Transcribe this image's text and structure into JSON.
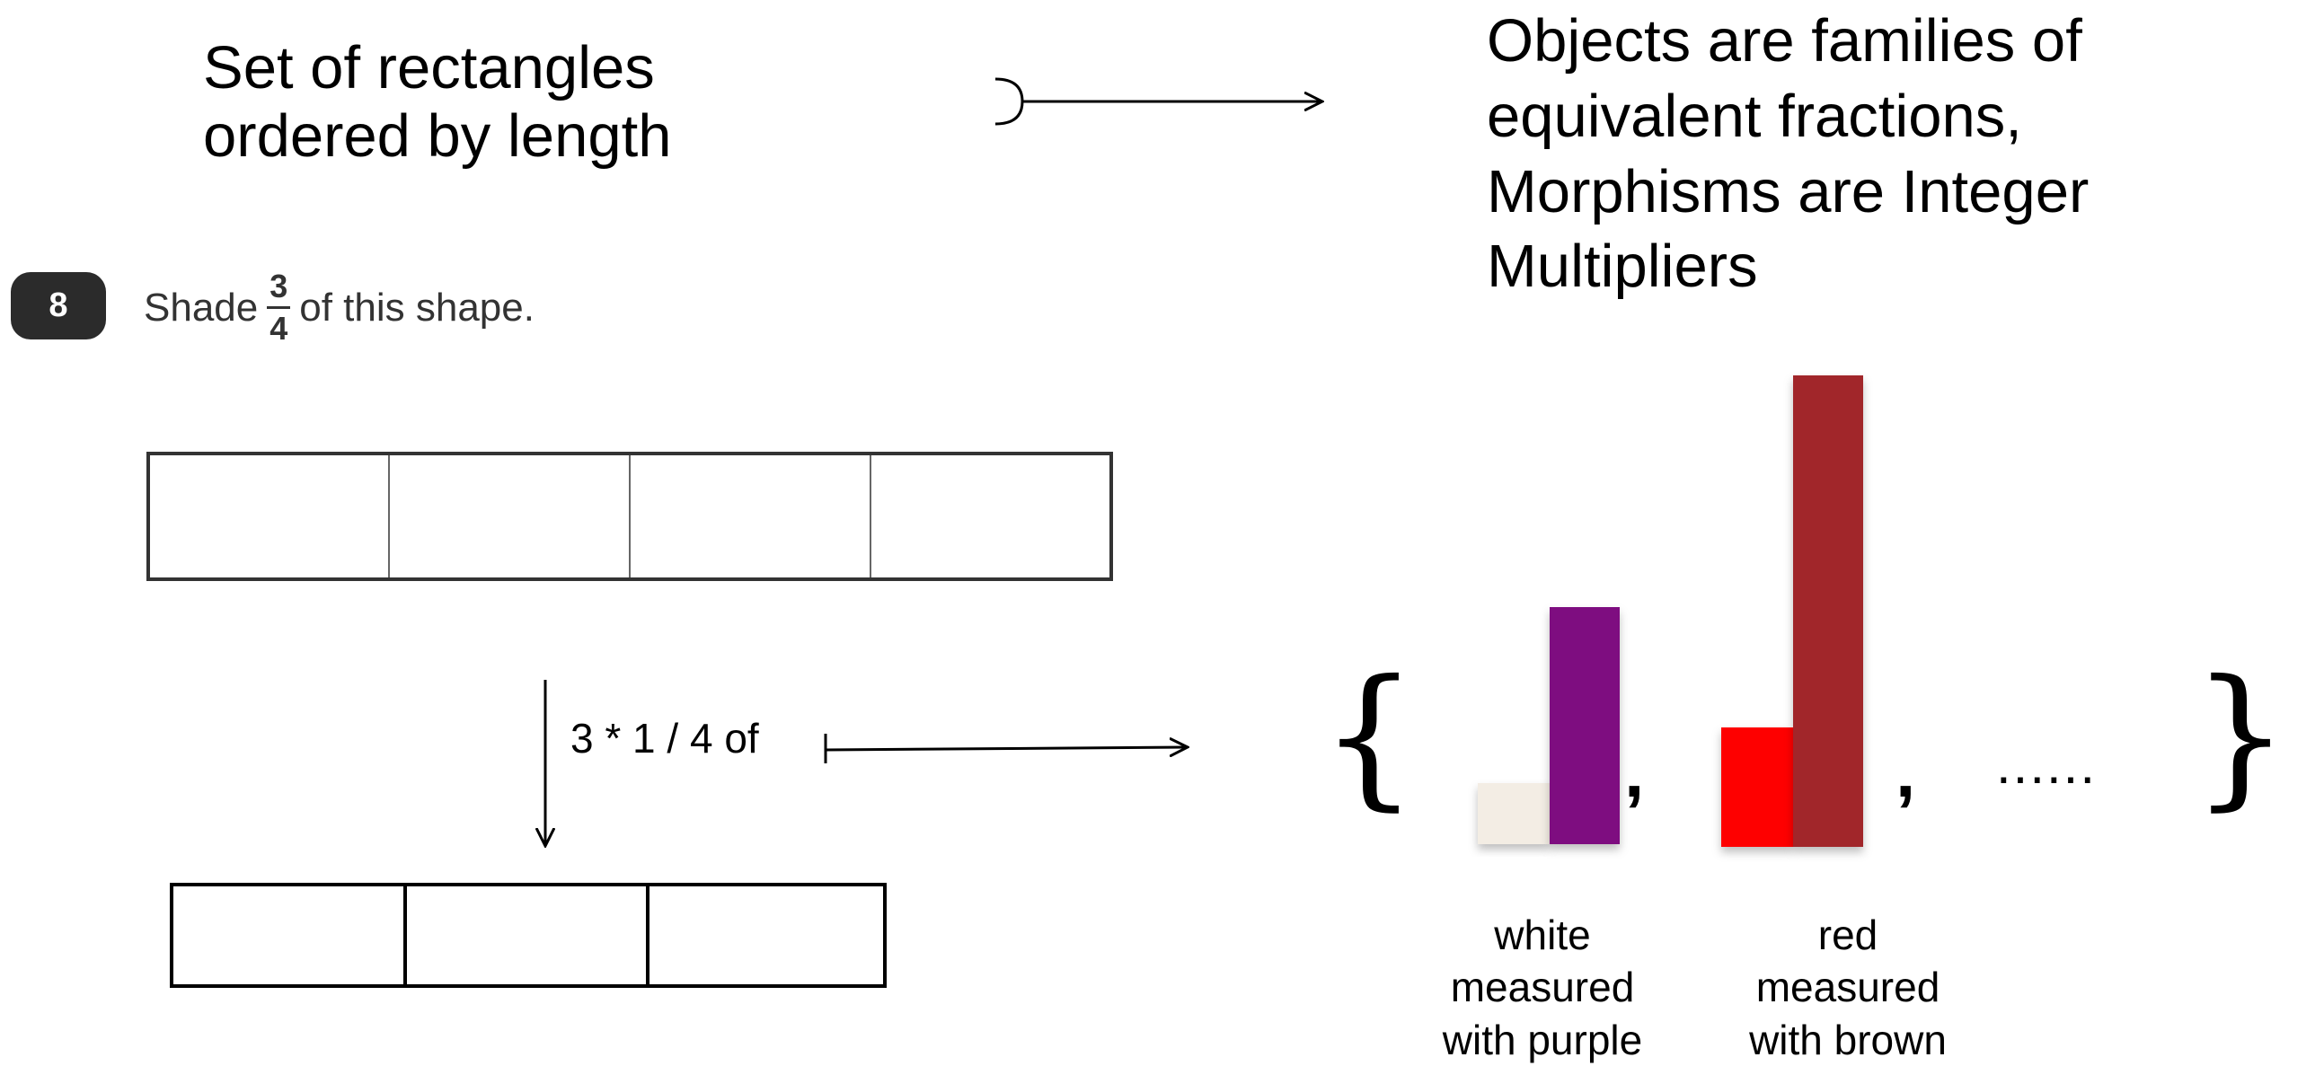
{
  "title_left": [
    "Set of rectangles",
    "ordered by length"
  ],
  "title_right": [
    "Objects are families of",
    "equivalent fractions,",
    "Morphisms are Integer",
    "Multipliers"
  ],
  "question": {
    "number": "8",
    "text_before": "Shade",
    "fraction_numerator": "3",
    "fraction_denominator": "4",
    "text_after": "of this shape."
  },
  "operation_label": "3 * 1 / 4 of",
  "set_items": [
    {
      "caption": [
        "white",
        "measured",
        "with purple"
      ],
      "colors": {
        "small": "#f3ede4",
        "tall": "#7e0a80"
      }
    },
    {
      "caption": [
        "red",
        "measured",
        "with brown"
      ],
      "colors": {
        "small": "#fe0000",
        "tall": "#a1282b"
      }
    }
  ],
  "set_symbols": {
    "open_brace": "{",
    "close_brace": "}",
    "separator": ",",
    "ellipsis": "......"
  }
}
